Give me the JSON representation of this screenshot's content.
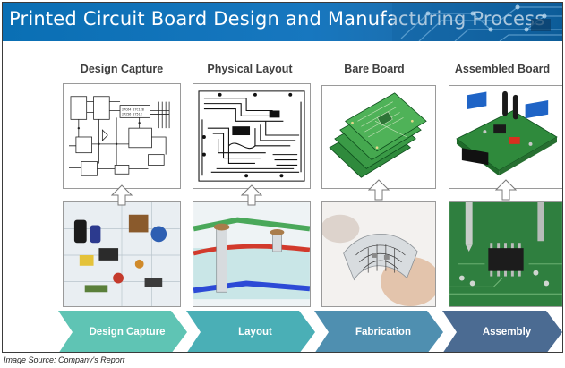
{
  "title": "Printed Circuit Board Design and Manufacturing Process",
  "stages": [
    {
      "title": "Design Capture",
      "process": "Design Capture",
      "color": "#5fc4b4"
    },
    {
      "title": "Physical Layout",
      "process": "Layout",
      "color": "#4aafb6"
    },
    {
      "title": "Bare Board",
      "process": "Fabrication",
      "color": "#4f8fb0"
    },
    {
      "title": "Assembled Board",
      "process": "Assembly",
      "color": "#4b6b92"
    }
  ],
  "source": "Image Source: Company's Report",
  "icons": [
    "schematic-image",
    "pcb-layout-image",
    "bare-board-image",
    "assembled-board-image",
    "components-image",
    "via-cross-section-image",
    "flex-circuit-image",
    "chip-soldering-image",
    "up-arrow-icon"
  ]
}
